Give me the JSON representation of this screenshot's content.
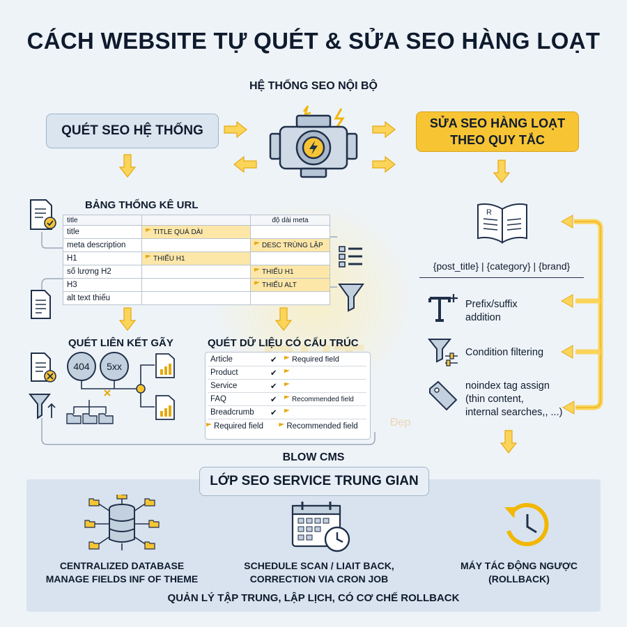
{
  "title": "CÁCH WEBSITE TỰ QUÉT & SỬA SEO HÀNG LOẠT",
  "subtitle": "HỆ THỐNG SEO NỘI BỘ",
  "scan_box": "QUÉT SEO HỆ THỐNG",
  "fix_box": {
    "line1": "SỬA SEO HÀNG LOẠT",
    "line2": "THEO QUY TẮC"
  },
  "url_table": {
    "title": "BẢNG THỐNG KÊ URL",
    "header": [
      "title",
      "",
      "độ dài meta"
    ],
    "rows": [
      [
        "title",
        "TITLE QUÁ DÀI",
        ""
      ],
      [
        "meta description",
        "",
        "DESC TRÙNG LẶP"
      ],
      [
        "H1",
        "THIẾU H1",
        ""
      ],
      [
        "số lượng H2",
        "",
        "THIẾU H1"
      ],
      [
        "H3",
        "",
        "THIẾU ALT"
      ],
      [
        "alt text thiếu",
        "",
        ""
      ]
    ]
  },
  "broken_links": {
    "title": "QUÉT LIÊN KẾT GÃY",
    "codes": [
      "404",
      "5xx"
    ]
  },
  "structured": {
    "title": "QUÉT DỮ LIỆU CÓ CẤU TRÚC",
    "rows": [
      {
        "label": "Article",
        "check": "✔",
        "note": "Required field"
      },
      {
        "label": "Product",
        "check": "✔",
        "note": ""
      },
      {
        "label": "Service",
        "check": "✔",
        "note": ""
      },
      {
        "label": "FAQ",
        "check": "✔",
        "note": "Recommended field"
      },
      {
        "label": "Breadcrumb",
        "check": "✔",
        "note": ""
      }
    ],
    "legend_required": "Required field",
    "legend_recommended": "Recommended field"
  },
  "rules": {
    "tokens": "{post_title} | {category} | {brand}",
    "prefix": {
      "line1": "Prefix/suffix",
      "line2": "addition"
    },
    "condition": "Condition filtering",
    "noindex": {
      "line1": "noindex tag assign",
      "line2": "(thin content,",
      "line3": "internal searches,, ...)"
    }
  },
  "blow_cms": "BLOW CMS",
  "middle_layer": "LỚP SEO SERVICE TRUNG GIAN",
  "bottom": {
    "db": {
      "line1": "CENTRALIZED DATABASE",
      "line2": "MANAGE FIELDS INF OF THEME"
    },
    "schedule": {
      "line1": "SCHEDULE SCAN / LIAIT BACK,",
      "line2": "CORRECTION VIA CRON JOB"
    },
    "rollback": {
      "line1": "MÁY TÁC ĐỘNG NGƯỢC",
      "line2": "(ROLLBACK)"
    },
    "footer": "QUẢN LÝ TẬP TRUNG, LẬP LỊCH, CÓ CƠ CHẾ ROLLBACK"
  },
  "watermark": {
    "big": "BHT",
    "small": "Đẹp"
  },
  "colors": {
    "accent": "#f7c433",
    "panel": "#dbe5f0",
    "dark": "#0f1b2d",
    "bg": "#eef3f8"
  },
  "icons": [
    "engine-gear-icon",
    "document-check-icon",
    "document-icon",
    "list-icon",
    "funnel-icon",
    "document-error-icon",
    "open-book-icon",
    "text-plus-icon",
    "filter-settings-icon",
    "tag-icon",
    "database-icon",
    "calendar-clock-icon",
    "rollback-clock-icon"
  ]
}
